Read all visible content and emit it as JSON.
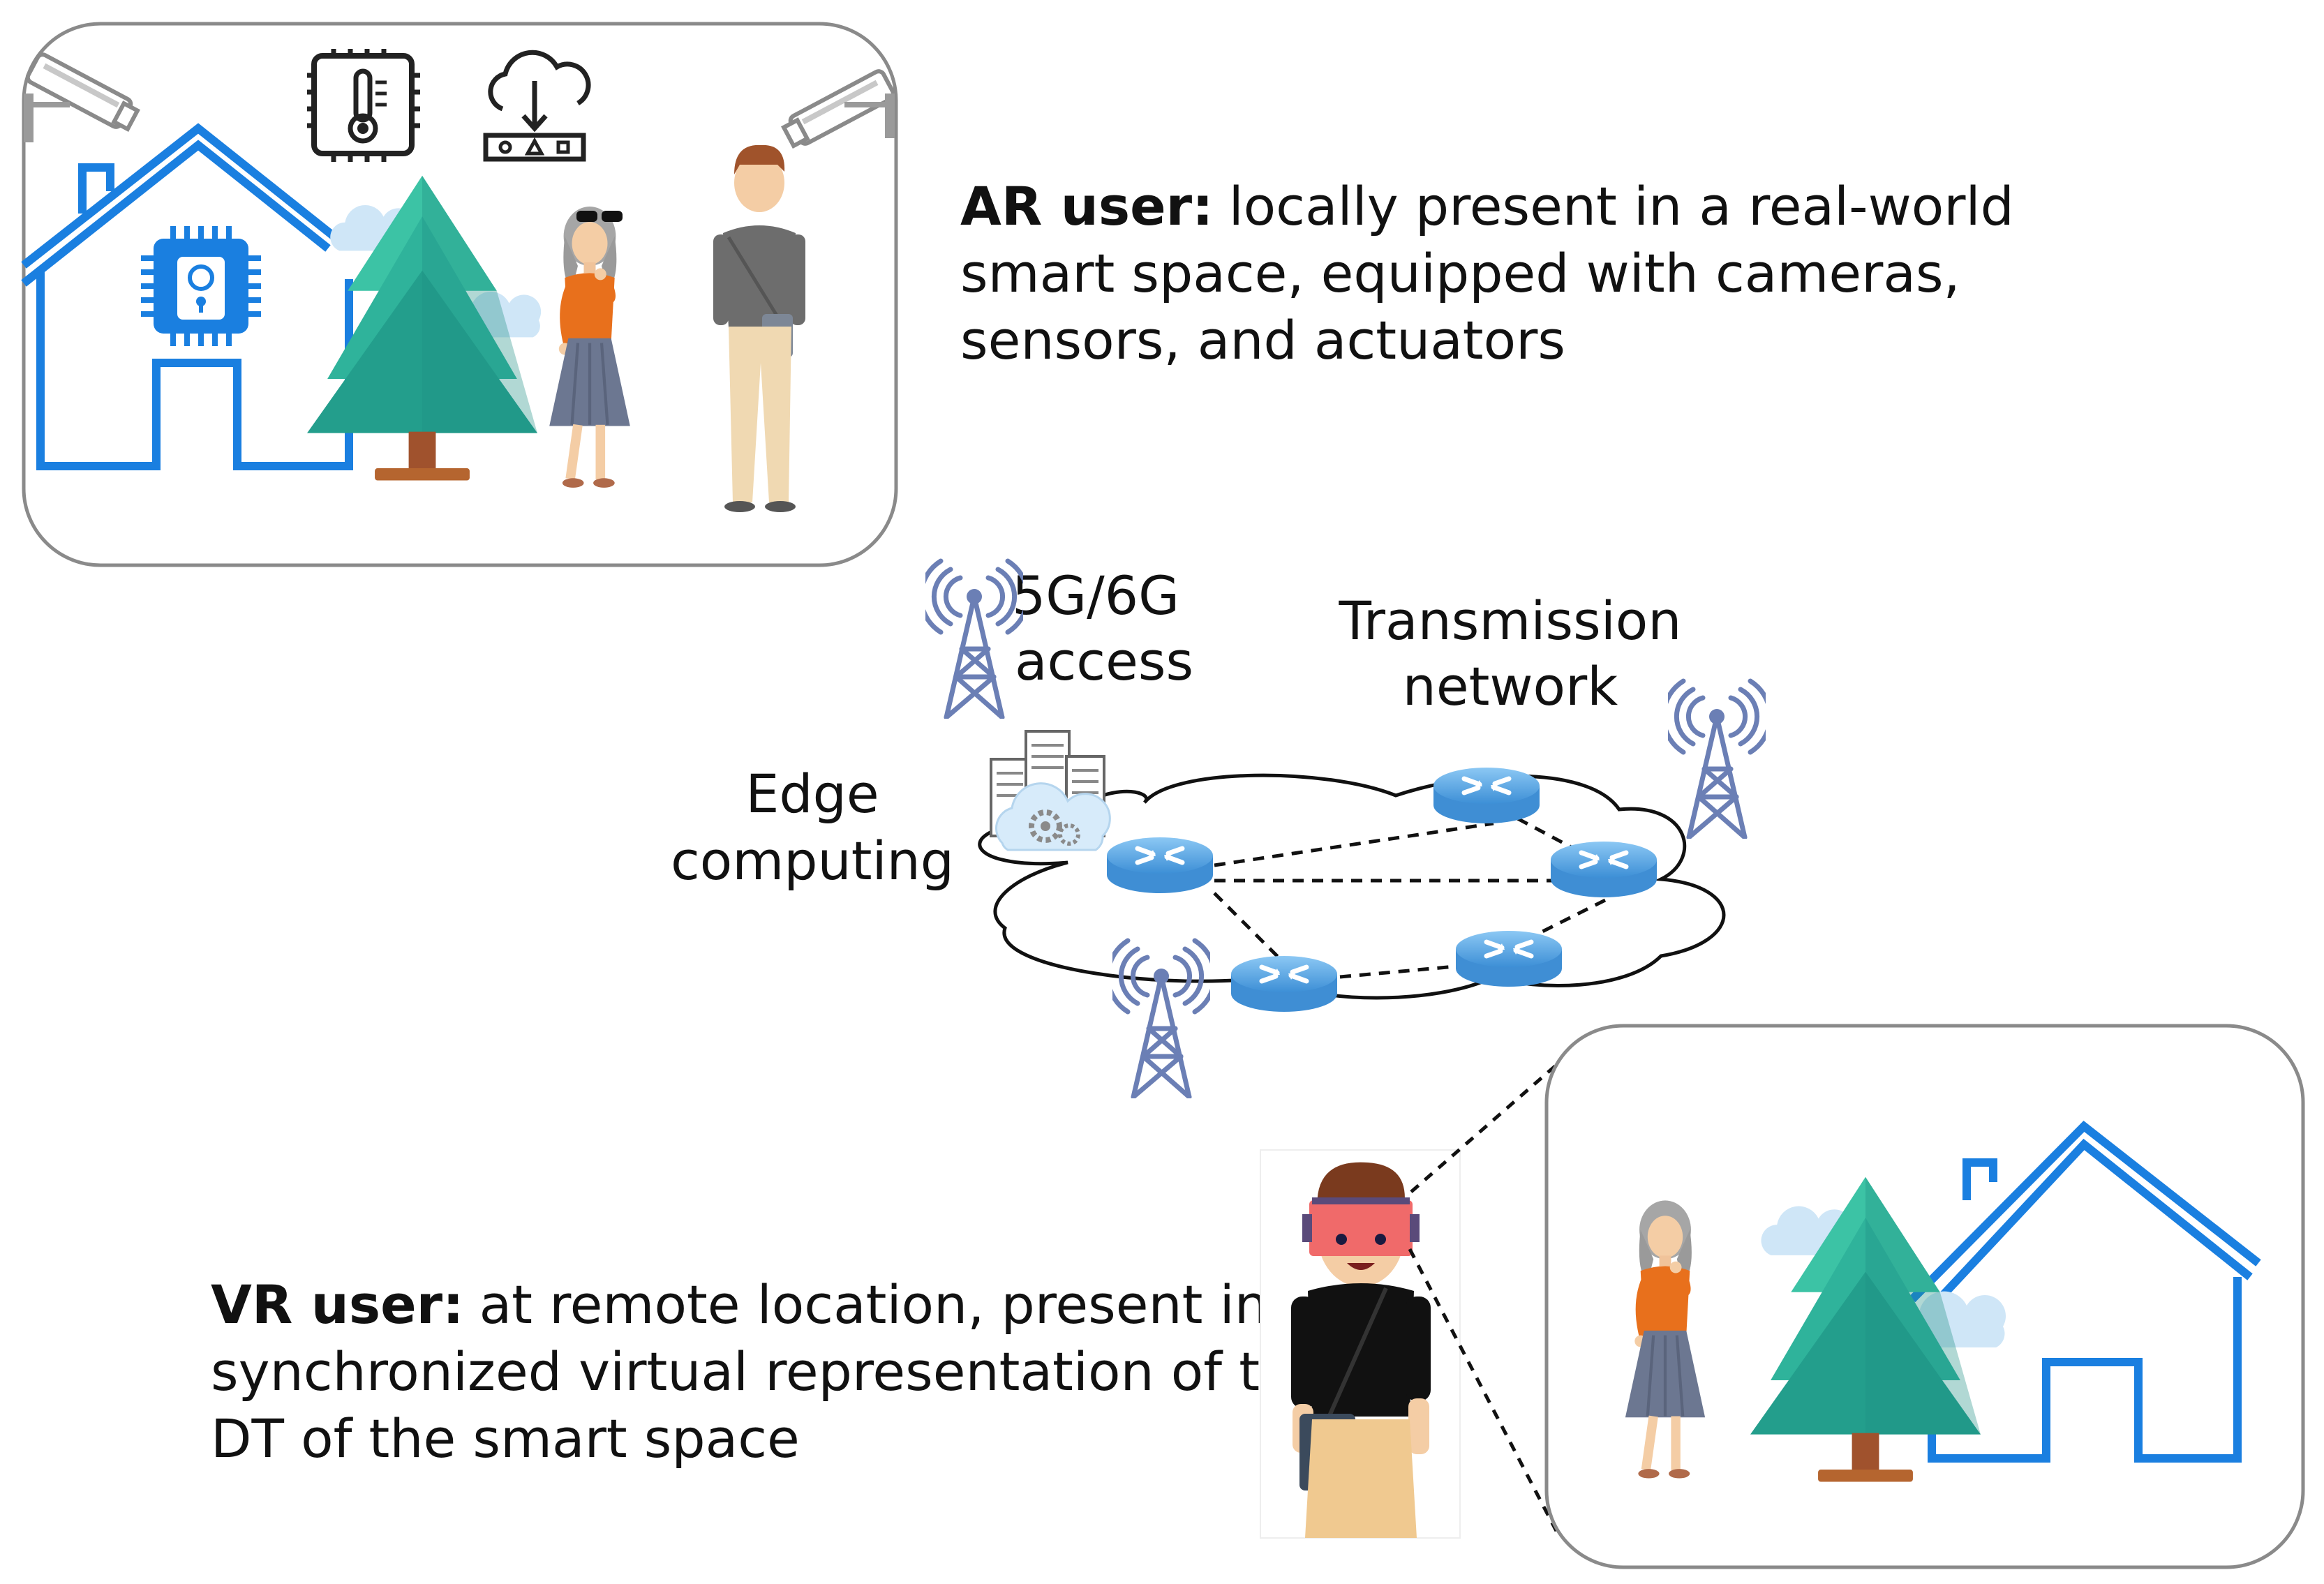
{
  "ar_caption": {
    "bold": "AR user:",
    "lines": [
      "locally present in a real-world",
      "smart space, equipped with cameras,",
      "sensors, and actuators"
    ]
  },
  "vr_caption": {
    "bold": "VR user:",
    "lines": [
      "at remote location, present in a",
      "synchronized virtual representation of the",
      "DT of the smart space"
    ]
  },
  "labels": {
    "access": [
      "5G/6G",
      "access"
    ],
    "transmission": [
      "Transmission",
      "network"
    ],
    "edge": [
      "Edge",
      "computing"
    ]
  },
  "colors": {
    "house": "#1a7fe0",
    "tree": "#2bb39a",
    "router": "#5aa8e8",
    "tower": "#6b7fb5",
    "frame": "#8a8a8a",
    "headset": "#f06a6a"
  },
  "icons": [
    "surveillance-camera-icon",
    "thermometer-chip-icon",
    "cloud-download-icon",
    "smart-lock-chip-icon",
    "cell-tower-icon",
    "router-icon",
    "edge-server-icon",
    "vr-headset-icon"
  ]
}
